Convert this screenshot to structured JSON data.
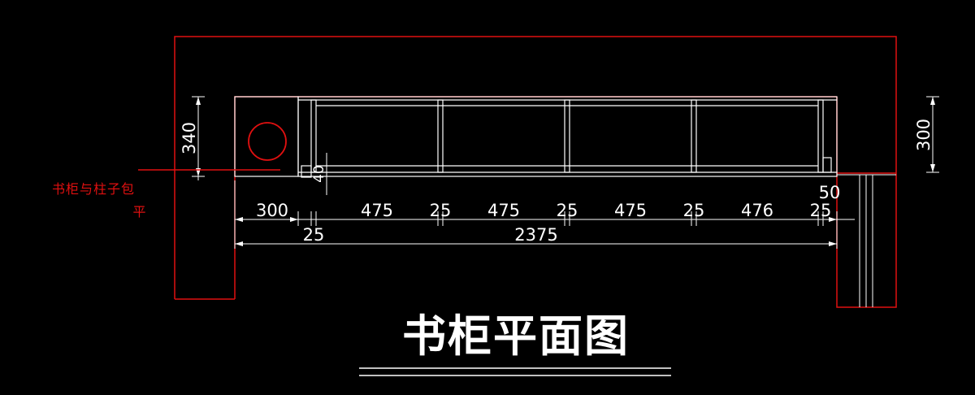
{
  "title": "书柜平面图",
  "note": {
    "line1": "书柜与柱子包",
    "line2": "平"
  },
  "dimensions": {
    "left_height": "340",
    "right_height": "300",
    "post_height": "40",
    "gap_right": "50",
    "row1": [
      "300",
      "475",
      "25",
      "475",
      "25",
      "475",
      "25",
      "476",
      "25"
    ],
    "row2_small": "25",
    "total": "2375"
  },
  "colors": {
    "wall": "#e01010",
    "cabinet": "#ffffff",
    "dimension": "#ffffff",
    "background": "#000000"
  }
}
